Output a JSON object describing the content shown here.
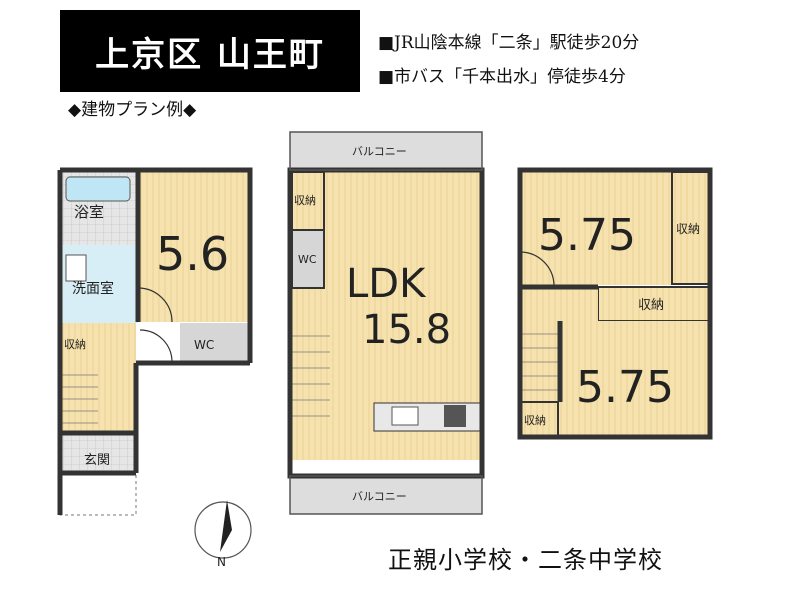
{
  "header": {
    "title": "上京区 山王町",
    "access": [
      "■JR山陰本線「二条」駅徒歩20分",
      "■市バス「千本出水」停徒歩4分"
    ],
    "plan_label": "◆建物プラン例◆"
  },
  "floor1": {
    "bath": "浴室",
    "washroom": "洗面室",
    "room_size": "5.6",
    "storage": "収納",
    "wc": "WC",
    "entrance": "玄関"
  },
  "floor2": {
    "balcony_top": "バルコニー",
    "storage": "収納",
    "wc": "WC",
    "ldk": "LDK",
    "ldk_size": "15.8",
    "balcony_bottom": "バルコニー"
  },
  "floor3": {
    "room1_size": "5.75",
    "storage_right": "収納",
    "storage_mid": "収納",
    "room2_size": "5.75",
    "storage_small": "収納"
  },
  "compass": {
    "north": "N"
  },
  "school": "正親小学校・二条中学校",
  "colors": {
    "floor": "#f6e2ae",
    "wet": "#cfeaf5",
    "balcony": "#dddddd",
    "wc": "#d6d6d6",
    "wall": "#444444"
  }
}
